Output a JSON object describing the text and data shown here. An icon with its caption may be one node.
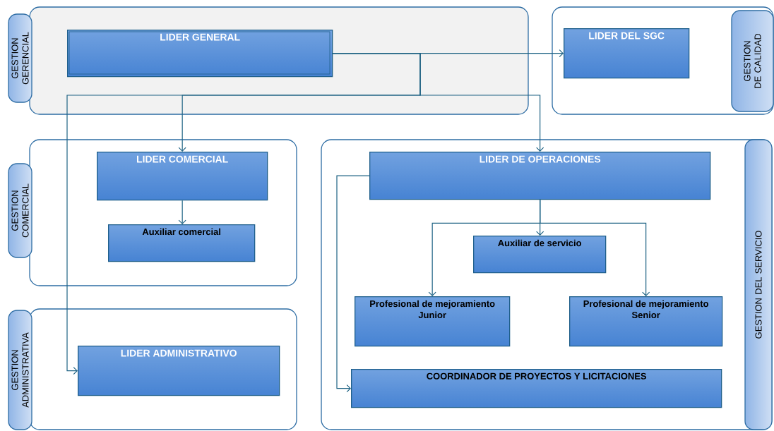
{
  "diagram": {
    "nodes": [
      {
        "text": [
          "GESTION GERENCIAL"
        ]
      },
      {
        "text": [
          "LIDER GENERAL"
        ],
        "in": 0
      },
      {
        "text": [
          "GESTION DE CALIDAD"
        ]
      },
      {
        "text": [
          "LIDER DEL SGC"
        ],
        "in": 2
      },
      {
        "text": [
          "GESTION COMERCIAL"
        ]
      },
      {
        "text": [
          "LIDER COMERCIAL"
        ],
        "in": 4
      },
      {
        "text": [
          "Auxiliar comercial"
        ],
        "in": 4
      },
      {
        "text": [
          "GESTION ADMINISTRATIVA"
        ]
      },
      {
        "text": [
          "LIDER ADMINISTRATIVO"
        ],
        "in": 7
      },
      {
        "text": [
          "GESTION DEL SERVICIO"
        ]
      },
      {
        "text": [
          "LIDER DE OPERACIONES"
        ],
        "in": 9
      },
      {
        "text": [
          "Auxiliar de servicio"
        ],
        "in": 9
      },
      {
        "text": [
          "Profesional de mejoramiento Junior"
        ],
        "in": 9
      },
      {
        "text": [
          "Profesional de mejoramiento Senior"
        ],
        "in": 9
      },
      {
        "text": [
          "COORDINADOR DE PROYECTOS Y LICITACIONES"
        ],
        "in": 9
      }
    ],
    "edges": [
      {
        "from": 1,
        "to": 3,
        "arrow": "to"
      },
      {
        "from": 1,
        "to": 5,
        "arrow": "to"
      },
      {
        "from": 1,
        "to": 10,
        "arrow": "to"
      },
      {
        "from": 1,
        "to": 8,
        "arrow": "to"
      },
      {
        "from": 5,
        "to": 6,
        "arrow": "to"
      },
      {
        "from": 10,
        "to": 11,
        "arrow": "to"
      },
      {
        "from": 10,
        "to": 12,
        "arrow": "to"
      },
      {
        "from": 10,
        "to": 13,
        "arrow": "to"
      },
      {
        "from": 10,
        "to": 14,
        "arrow": "to"
      }
    ]
  }
}
